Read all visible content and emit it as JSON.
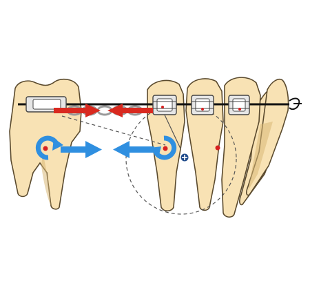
{
  "colors": {
    "background": "#ffffff",
    "tooth_fill": "#f8e2b4",
    "tooth_fill_light": "#fbeccb",
    "tooth_outline": "#5a4a2e",
    "root_shadow": "#d9b876",
    "archwire": "#111111",
    "bracket_fill": "#e6e6e6",
    "bracket_outline": "#444444",
    "elastic_chain": "#9a9a9a",
    "force_arrow_red": "#d9291f",
    "force_arrow_blue": "#2f8fe0",
    "center_of_resistance": "#d62020",
    "orbit_guide": "#555555",
    "vector_line": "#555555",
    "anchor_marker_fill": "#1e4a8a"
  },
  "elements": [
    {
      "name": "molar-tooth",
      "kind": "tooth"
    },
    {
      "name": "premolar-tooth",
      "kind": "tooth"
    },
    {
      "name": "canine-tooth",
      "kind": "tooth"
    },
    {
      "name": "incisor-teeth",
      "kind": "tooth"
    },
    {
      "name": "archwire",
      "kind": "wire"
    },
    {
      "name": "molar-tube",
      "kind": "bracket"
    },
    {
      "name": "brackets",
      "kind": "bracket"
    },
    {
      "name": "elastic-chain",
      "kind": "elastic"
    },
    {
      "name": "force-arrows-red",
      "kind": "force"
    },
    {
      "name": "translation-arrows-blue",
      "kind": "force"
    },
    {
      "name": "rotation-icons",
      "kind": "moment"
    },
    {
      "name": "centers-of-resistance",
      "kind": "point"
    },
    {
      "name": "orbit-guide",
      "kind": "guide"
    },
    {
      "name": "mini-screw-marker",
      "kind": "anchor"
    }
  ]
}
